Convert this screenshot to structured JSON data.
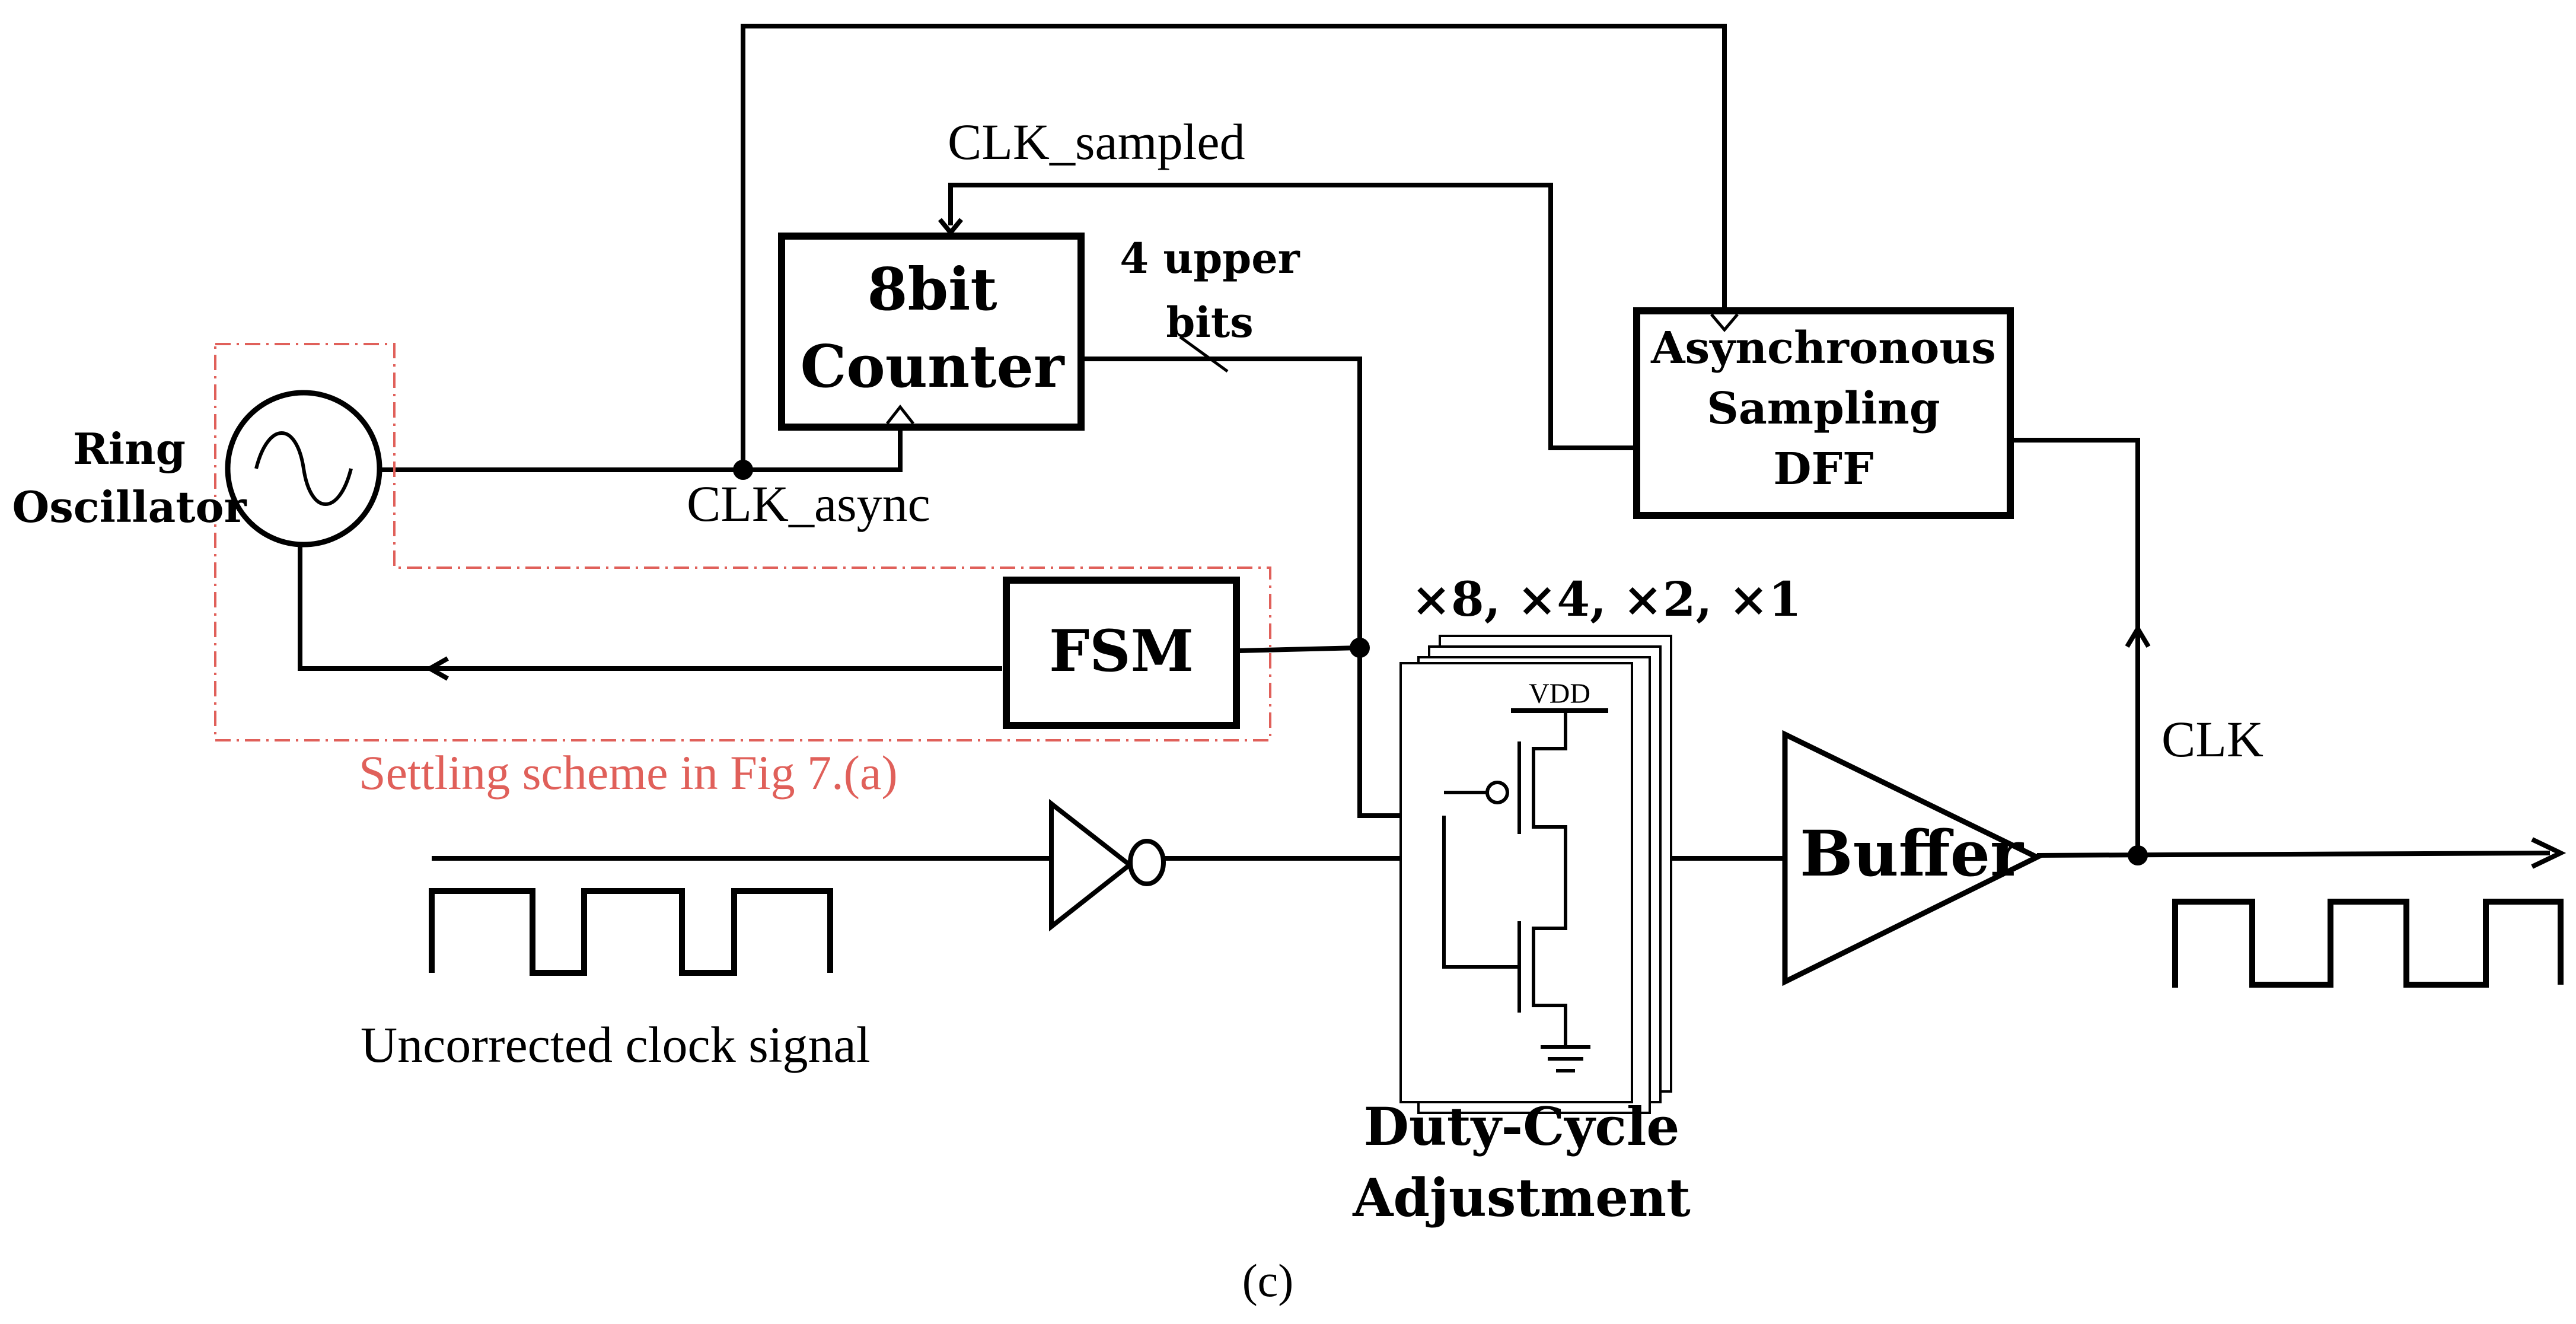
{
  "diagram": {
    "blocks": {
      "ring_oscillator": [
        "Ring",
        "Oscillator"
      ],
      "counter": [
        "8bit",
        "Counter"
      ],
      "dff": [
        "Asynchronous",
        "Sampling",
        "DFF"
      ],
      "fsm": "FSM",
      "buffer": "Buffer",
      "duty_cycle": [
        "Duty-Cycle",
        "Adjustment"
      ]
    },
    "signals": {
      "clk_sampled": "CLK_sampled",
      "clk_async": "CLK_async",
      "upper_bits": [
        "4 upper",
        "bits"
      ],
      "multipliers": "×8, ×4, ×2, ×1",
      "vdd": "VDD",
      "clk_out": "CLK",
      "uncorrected": "Uncorrected clock signal"
    },
    "settling_note": "Settling scheme in Fig 7.(a)",
    "caption": "(c)",
    "colors": {
      "settling": "#e0605a",
      "line": "#000000"
    }
  }
}
